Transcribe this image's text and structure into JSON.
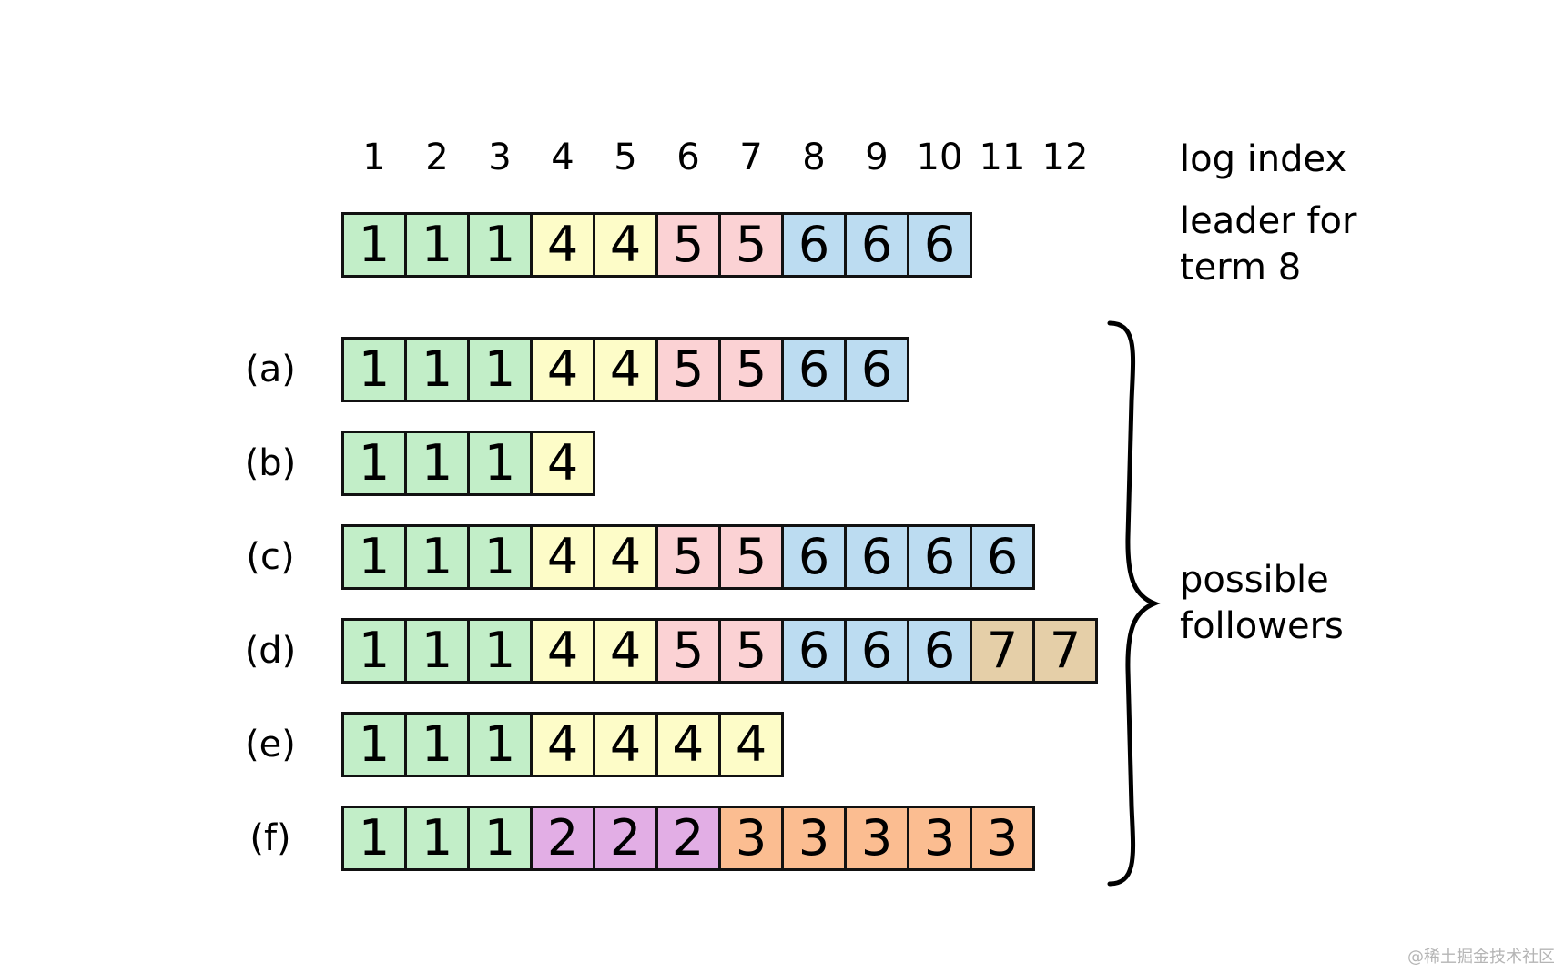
{
  "header": {
    "indices": [
      "1",
      "2",
      "3",
      "4",
      "5",
      "6",
      "7",
      "8",
      "9",
      "10",
      "11",
      "12"
    ],
    "index_label": "log index"
  },
  "leader": {
    "label_line1": "leader for",
    "label_line2": "term 8",
    "entries": [
      1,
      1,
      1,
      4,
      4,
      5,
      5,
      6,
      6,
      6
    ]
  },
  "followers": {
    "label_line1": "possible",
    "label_line2": "followers",
    "rows": [
      {
        "label": "(a)",
        "entries": [
          1,
          1,
          1,
          4,
          4,
          5,
          5,
          6,
          6
        ]
      },
      {
        "label": "(b)",
        "entries": [
          1,
          1,
          1,
          4
        ]
      },
      {
        "label": "(c)",
        "entries": [
          1,
          1,
          1,
          4,
          4,
          5,
          5,
          6,
          6,
          6,
          6
        ]
      },
      {
        "label": "(d)",
        "entries": [
          1,
          1,
          1,
          4,
          4,
          5,
          5,
          6,
          6,
          6,
          7,
          7
        ]
      },
      {
        "label": "(e)",
        "entries": [
          1,
          1,
          1,
          4,
          4,
          4,
          4
        ]
      },
      {
        "label": "(f)",
        "entries": [
          1,
          1,
          1,
          2,
          2,
          2,
          3,
          3,
          3,
          3,
          3
        ]
      }
    ]
  },
  "term_colors": {
    "1": "#c2eec8",
    "2": "#e2aee5",
    "3": "#fbbd91",
    "4": "#fdfcc8",
    "5": "#fbd2d4",
    "6": "#bcdcf1",
    "7": "#e5cfa8"
  },
  "watermark": "@稀土掘金技术社区"
}
